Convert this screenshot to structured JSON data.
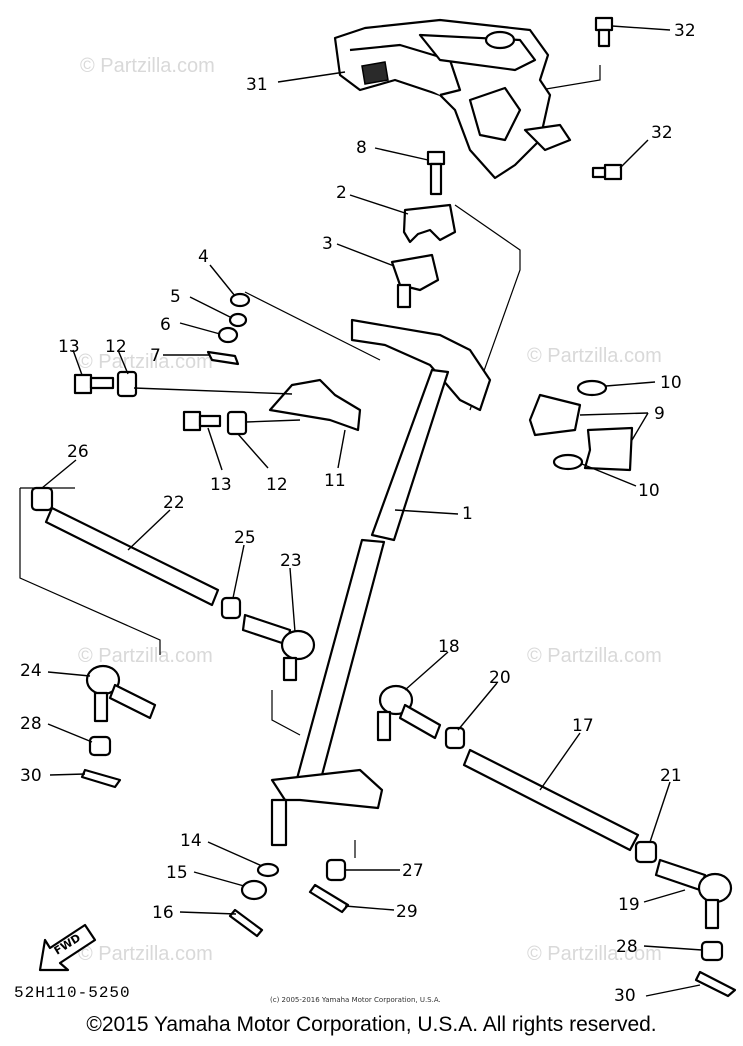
{
  "watermark": "© Partzilla.com",
  "diagram_code": "52H110-5250",
  "small_copyright": "(c) 2005-2016 Yamaha Motor Corporation, U.S.A.",
  "footer_copyright": "©2015 Yamaha Motor Corporation, U.S.A. All rights reserved.",
  "fwd_label": "FWD",
  "callouts": {
    "n1": "1",
    "n2": "2",
    "n3": "3",
    "n4": "4",
    "n5": "5",
    "n6": "6",
    "n7": "7",
    "n8": "8",
    "n9": "9",
    "n10a": "10",
    "n10b": "10",
    "n11": "11",
    "n12a": "12",
    "n12b": "12",
    "n13a": "13",
    "n13b": "13",
    "n14": "14",
    "n15": "15",
    "n16": "16",
    "n17": "17",
    "n18": "18",
    "n19": "19",
    "n20": "20",
    "n21": "21",
    "n22": "22",
    "n23": "23",
    "n24": "24",
    "n25": "25",
    "n26": "26",
    "n27": "27",
    "n28a": "28",
    "n28b": "28",
    "n29": "29",
    "n30a": "30",
    "n30b": "30",
    "n31": "31",
    "n32a": "32",
    "n32b": "32"
  }
}
